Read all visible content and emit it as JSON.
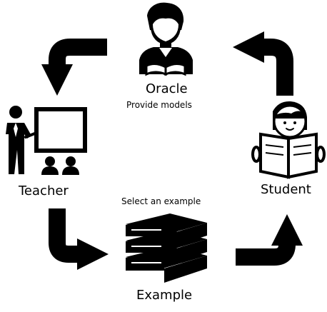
{
  "diagram": {
    "nodes": {
      "oracle": {
        "label": "Oracle",
        "caption": "Provide models",
        "icon": "oracle-reader-icon"
      },
      "teacher": {
        "label": "Teacher",
        "caption": "",
        "icon": "teacher-board-icon"
      },
      "example": {
        "label": "Example",
        "caption": "Select an example",
        "icon": "book-stack-icon"
      },
      "student": {
        "label": "Student",
        "caption": "",
        "icon": "student-reader-icon"
      }
    },
    "edges": [
      {
        "from": "oracle",
        "to": "teacher"
      },
      {
        "from": "teacher",
        "to": "example"
      },
      {
        "from": "example",
        "to": "student"
      },
      {
        "from": "student",
        "to": "oracle"
      }
    ],
    "colors": {
      "ink": "#000000",
      "background": "#ffffff"
    }
  }
}
